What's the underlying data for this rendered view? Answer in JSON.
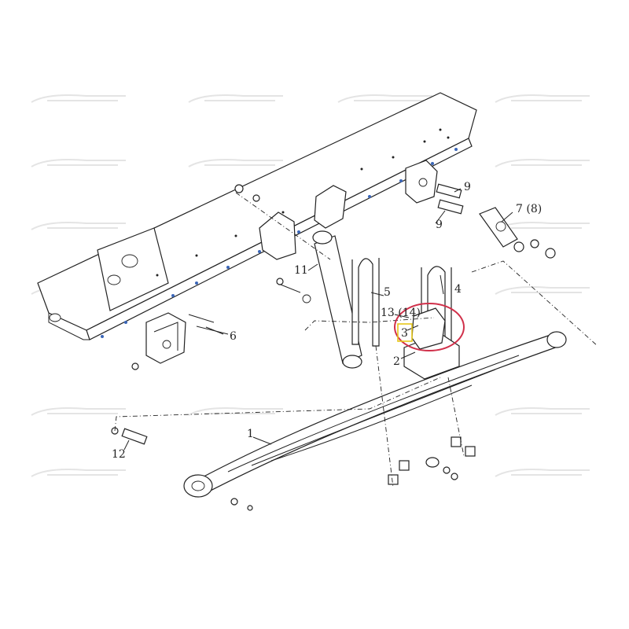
{
  "callouts": {
    "c1": "1",
    "c2": "2",
    "c3": "3",
    "c4": "4",
    "c5": "5",
    "c6": "6",
    "c7": "7 (8)",
    "c9a": "9",
    "c9b": "9",
    "c11": "11",
    "c12": "12",
    "c13": "13 (14)"
  },
  "colors": {
    "highlight_ellipse": "#d0304a",
    "highlight_box": "#e6c619",
    "hidden_hardware": "#3a66b8"
  }
}
